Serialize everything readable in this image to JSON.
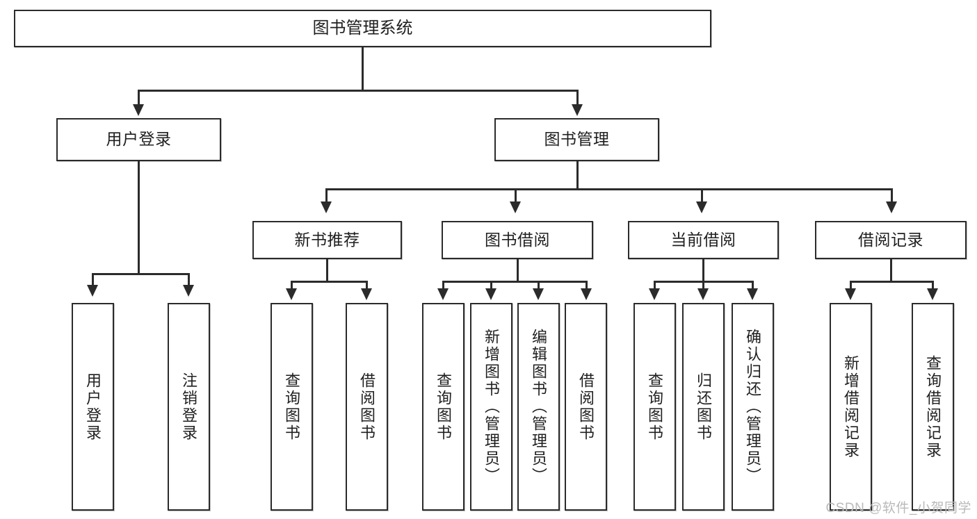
{
  "diagram": {
    "title": "图书管理系统",
    "watermark": "CSDN @软件_小贺同学",
    "type": "tree-hierarchy-diagram",
    "colors": {
      "stroke": "#2b2b2b",
      "fill": "#ffffff",
      "text": "#1f1f1f",
      "watermark": "#b9b9b9"
    },
    "root": {
      "label": "图书管理系统"
    },
    "level2": [
      {
        "label": "用户登录"
      },
      {
        "label": "图书管理"
      }
    ],
    "level3": [
      {
        "label": "新书推荐"
      },
      {
        "label": "图书借阅"
      },
      {
        "label": "当前借阅"
      },
      {
        "label": "借阅记录"
      }
    ],
    "leaves": {
      "user_login": [
        {
          "label": "用户登录"
        },
        {
          "label": "注销登录"
        }
      ],
      "new_book_recommend": [
        {
          "label": "查询图书"
        },
        {
          "label": "借阅图书"
        }
      ],
      "book_borrow": [
        {
          "label": "查询图书"
        },
        {
          "label": "新增图书（管理员）"
        },
        {
          "label": "编辑图书（管理员）"
        },
        {
          "label": "借阅图书"
        }
      ],
      "current_borrow": [
        {
          "label": "查询图书"
        },
        {
          "label": "归还图书"
        },
        {
          "label": "确认归还（管理员）"
        }
      ],
      "borrow_record": [
        {
          "label": "新增借阅记录"
        },
        {
          "label": "查询借阅记录"
        }
      ]
    }
  }
}
